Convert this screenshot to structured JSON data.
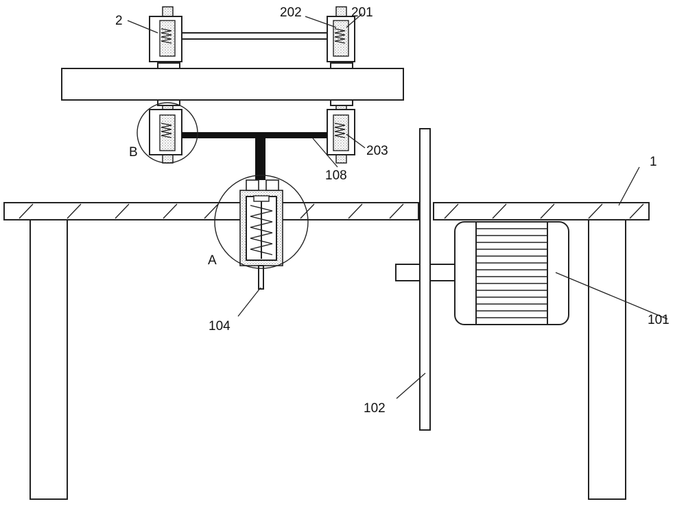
{
  "labels": {
    "frame": "1",
    "motor": "101",
    "blade": "102",
    "rod": "104",
    "t_bar": "108",
    "clamp": "2",
    "clamp_bolt": "201",
    "clamp_nut": "202",
    "clamp_spring": "203",
    "detail_a": "A",
    "detail_b": "B"
  }
}
